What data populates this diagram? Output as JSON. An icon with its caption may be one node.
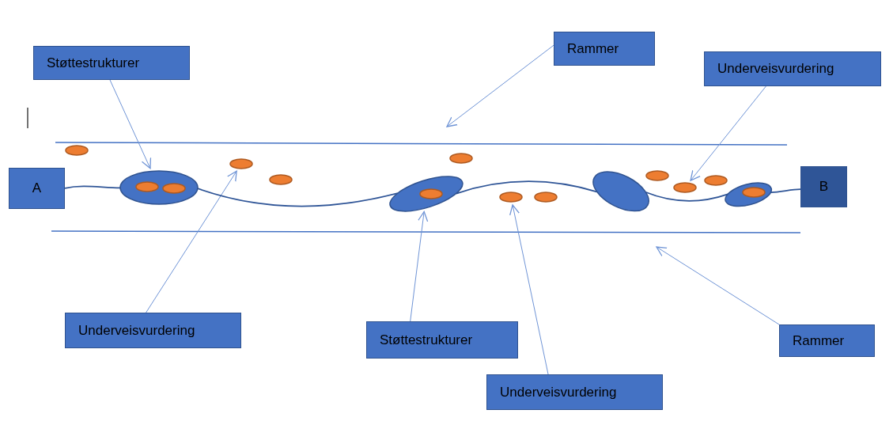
{
  "diagram": {
    "nodes": [
      {
        "text": [
          "Støttestrukturer"
        ]
      },
      {
        "text": [
          "Rammer"
        ]
      },
      {
        "text": [
          "Underveisvurdering"
        ]
      },
      {
        "text": [
          "A"
        ]
      },
      {
        "text": [
          "B"
        ]
      },
      {
        "text": [
          "Underveisvurdering"
        ]
      },
      {
        "text": [
          "Støttestrukturer"
        ]
      },
      {
        "text": [
          "Rammer"
        ]
      },
      {
        "text": [
          "Underveisvurdering"
        ]
      },
      {
        "text": [],
        "shape": "circle"
      },
      {
        "text": [],
        "shape": "circle"
      },
      {
        "text": [],
        "shape": "circle",
        "in": 10
      },
      {
        "text": [],
        "shape": "circle",
        "in": 10
      },
      {
        "text": [],
        "shape": "circle"
      },
      {
        "text": [],
        "shape": "circle"
      },
      {
        "text": [],
        "shape": "circle"
      },
      {
        "text": [],
        "shape": "circle",
        "in": 15
      },
      {
        "text": [],
        "shape": "circle"
      },
      {
        "text": [],
        "shape": "circle"
      },
      {
        "text": [],
        "shape": "circle"
      },
      {
        "text": [],
        "shape": "circle"
      },
      {
        "text": [],
        "shape": "circle"
      },
      {
        "text": [],
        "shape": "circle"
      },
      {
        "text": [],
        "shape": "circle"
      },
      {
        "text": [],
        "shape": "circle"
      },
      {
        "text": [],
        "shape": "circle",
        "in": 24
      }
    ],
    "edges": [
      {
        "from": 0,
        "to": 10,
        "arrow": "to"
      },
      {
        "from": 1,
        "to": null,
        "arrow": "to"
      },
      {
        "from": 2,
        "to": 22,
        "arrow": "to"
      },
      {
        "from": 5,
        "to": 13,
        "arrow": "to"
      },
      {
        "from": 6,
        "to": 15,
        "arrow": "to"
      },
      {
        "from": 8,
        "to": 18,
        "arrow": "to"
      },
      {
        "from": 7,
        "to": null,
        "arrow": "to"
      },
      {
        "from": 3,
        "to": 10,
        "arrow": "none",
        "color": "#2f5597"
      },
      {
        "from": 10,
        "to": 15,
        "arrow": "none",
        "color": "#2f5597"
      },
      {
        "from": 15,
        "to": 20,
        "arrow": "none",
        "color": "#2f5597"
      },
      {
        "from": 20,
        "to": 24,
        "arrow": "none",
        "color": "#2f5597"
      },
      {
        "from": 24,
        "to": 4,
        "arrow": "none",
        "color": "#2f5597"
      }
    ]
  }
}
